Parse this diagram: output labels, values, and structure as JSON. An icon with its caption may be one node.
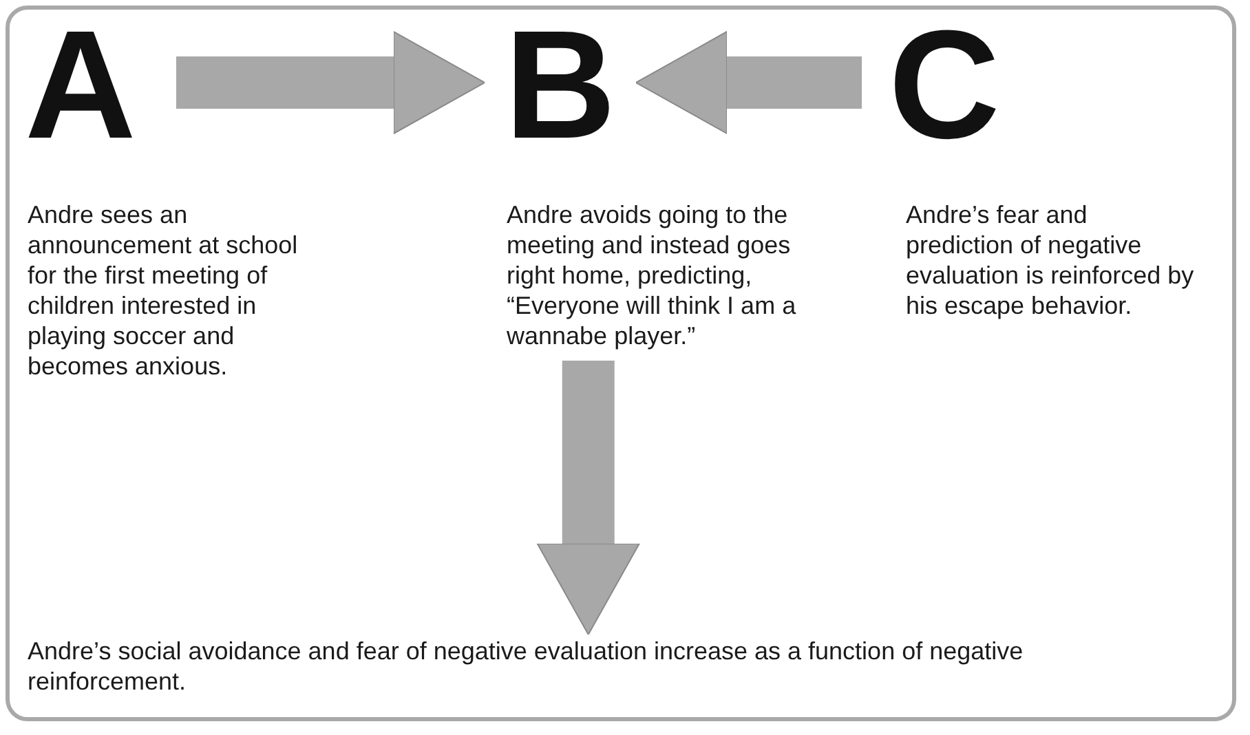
{
  "diagram": {
    "nodes": [
      {
        "text": [
          "A"
        ]
      },
      {
        "text": [
          "B"
        ]
      },
      {
        "text": [
          "C"
        ]
      },
      {
        "text": [
          "Andre sees an announcement at school for the first meeting of children interested in playing soccer and becomes anxious."
        ]
      },
      {
        "text": [
          "Andre avoids going to the meeting and instead goes right home, predicting, “Everyone will think I am a wannabe player.”"
        ]
      },
      {
        "text": [
          "Andre’s fear and prediction of negative evaluation is reinforced by his escape behavior."
        ]
      },
      {
        "text": [
          "Andre’s social avoidance and fear of negative evaluation increase as a function of negative reinforcement."
        ]
      }
    ],
    "edges": [
      {
        "from": 0,
        "to": 1,
        "arrow": "to"
      },
      {
        "from": 2,
        "to": 1,
        "arrow": "to"
      },
      {
        "from": 4,
        "to": 6,
        "arrow": "to"
      }
    ]
  }
}
